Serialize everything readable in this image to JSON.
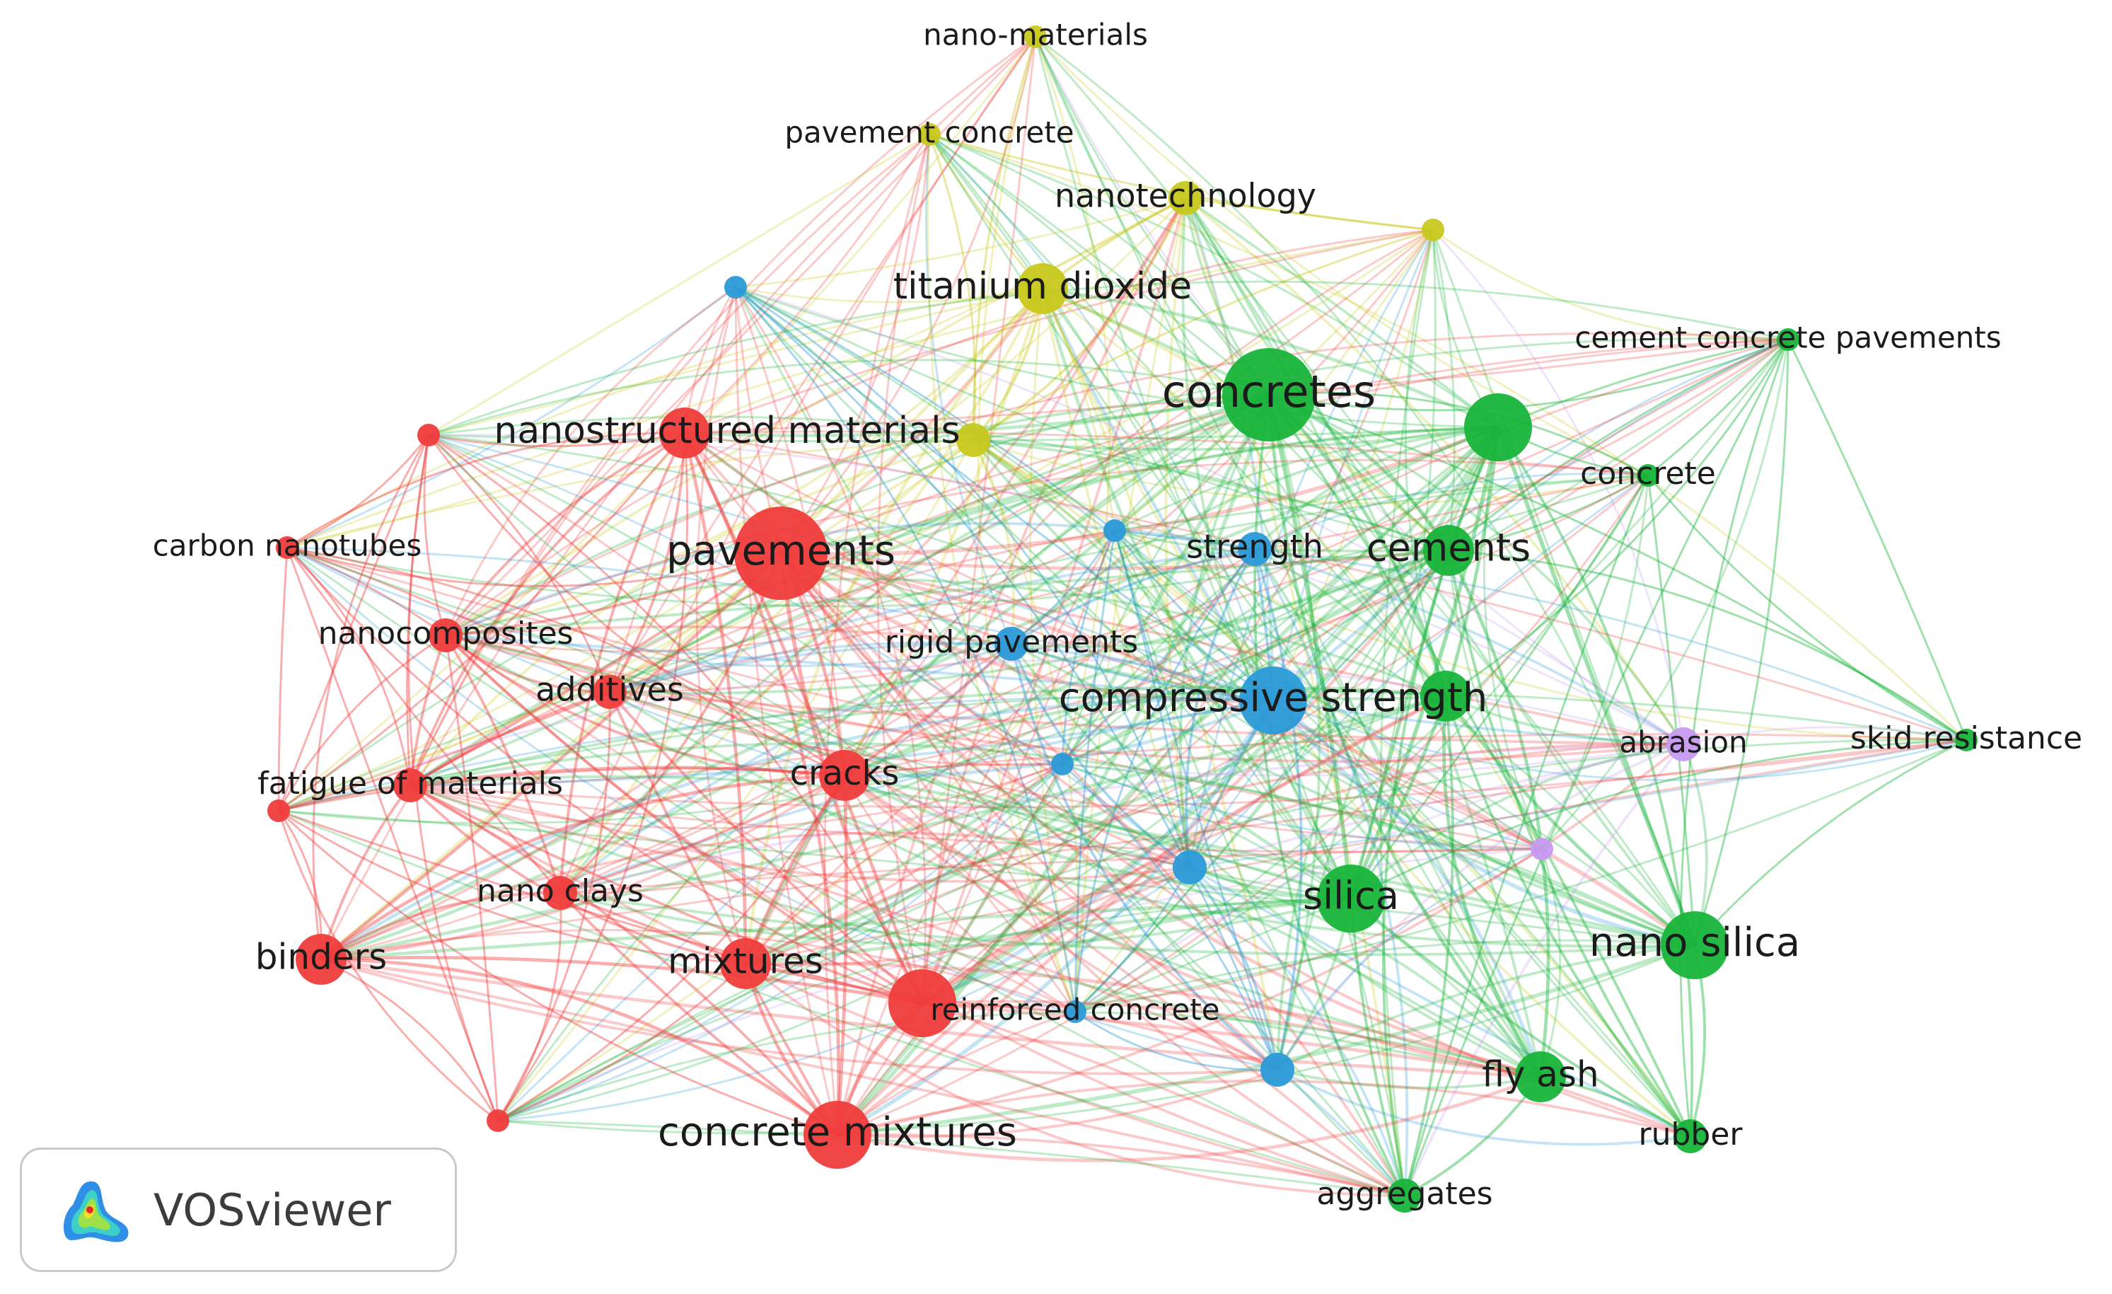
{
  "cluster_colors": {
    "red": "#f03c3c",
    "green": "#18b43a",
    "blue": "#2b9ad8",
    "yellow": "#c8c81e",
    "purple": "#c79af0"
  },
  "nodes": [
    {
      "id": "nano-materials",
      "label": "nano-materials",
      "cluster": "yellow",
      "weight": 1
    },
    {
      "id": "pavement-concrete",
      "label": "pavement concrete",
      "cluster": "yellow",
      "weight": 1
    },
    {
      "id": "nanotechnology",
      "label": "nanotechnology",
      "cluster": "yellow",
      "weight": 2
    },
    {
      "id": "yellow-unlabeled",
      "label": "",
      "cluster": "yellow",
      "weight": 1
    },
    {
      "id": "titanium-dioxide",
      "label": "titanium dioxide",
      "cluster": "yellow",
      "weight": 3
    },
    {
      "id": "yellow-mid",
      "label": "",
      "cluster": "yellow",
      "weight": 2
    },
    {
      "id": "blue-top",
      "label": "",
      "cluster": "blue",
      "weight": 1
    },
    {
      "id": "concretes",
      "label": "concretes",
      "cluster": "green",
      "weight": 5
    },
    {
      "id": "cement-concrete-pavements",
      "label": "cement concrete pavements",
      "cluster": "green",
      "weight": 1
    },
    {
      "id": "green-big",
      "label": "",
      "cluster": "green",
      "weight": 4
    },
    {
      "id": "concrete",
      "label": "concrete",
      "cluster": "green",
      "weight": 1
    },
    {
      "id": "nanostructured-materials",
      "label": "nanostructured materials",
      "cluster": "red",
      "weight": 3
    },
    {
      "id": "red-left-top",
      "label": "",
      "cluster": "red",
      "weight": 1
    },
    {
      "id": "carbon-nanotubes",
      "label": "carbon nanotubes",
      "cluster": "red",
      "weight": 1
    },
    {
      "id": "pavements",
      "label": "pavements",
      "cluster": "red",
      "weight": 5
    },
    {
      "id": "blue-mid-top",
      "label": "",
      "cluster": "blue",
      "weight": 1
    },
    {
      "id": "strength",
      "label": "strength",
      "cluster": "blue",
      "weight": 2
    },
    {
      "id": "cements",
      "label": "cements",
      "cluster": "green",
      "weight": 3
    },
    {
      "id": "nanocomposites",
      "label": "nanocomposites",
      "cluster": "red",
      "weight": 2
    },
    {
      "id": "rigid-pavements",
      "label": "rigid pavements",
      "cluster": "blue",
      "weight": 2
    },
    {
      "id": "additives",
      "label": "additives",
      "cluster": "red",
      "weight": 2
    },
    {
      "id": "compressive-strength",
      "label": "compressive strength",
      "cluster": "blue",
      "weight": 4
    },
    {
      "id": "green-mid",
      "label": "",
      "cluster": "green",
      "weight": 3
    },
    {
      "id": "abrasion",
      "label": "abrasion",
      "cluster": "purple",
      "weight": 2
    },
    {
      "id": "skid-resistance",
      "label": "skid resistance",
      "cluster": "green",
      "weight": 1
    },
    {
      "id": "fatigue-of-materials",
      "label": "fatigue of materials",
      "cluster": "red",
      "weight": 2
    },
    {
      "id": "red-left-edge",
      "label": "",
      "cluster": "red",
      "weight": 1
    },
    {
      "id": "cracks",
      "label": "cracks",
      "cluster": "red",
      "weight": 3
    },
    {
      "id": "blue-center",
      "label": "",
      "cluster": "blue",
      "weight": 1
    },
    {
      "id": "purple-small",
      "label": "",
      "cluster": "purple",
      "weight": 1
    },
    {
      "id": "nano-clays",
      "label": "nano clays",
      "cluster": "red",
      "weight": 2
    },
    {
      "id": "blue-lower",
      "label": "",
      "cluster": "blue",
      "weight": 2
    },
    {
      "id": "silica",
      "label": "silica",
      "cluster": "green",
      "weight": 4
    },
    {
      "id": "nano-silica",
      "label": "nano silica",
      "cluster": "green",
      "weight": 4
    },
    {
      "id": "binders",
      "label": "binders",
      "cluster": "red",
      "weight": 3
    },
    {
      "id": "mixtures",
      "label": "mixtures",
      "cluster": "red",
      "weight": 3
    },
    {
      "id": "red-reinforced",
      "label": "",
      "cluster": "red",
      "weight": 4
    },
    {
      "id": "reinforced-concrete",
      "label": "reinforced concrete",
      "cluster": "blue",
      "weight": 1
    },
    {
      "id": "blue-bottom",
      "label": "",
      "cluster": "blue",
      "weight": 2
    },
    {
      "id": "fly-ash",
      "label": "fly ash",
      "cluster": "green",
      "weight": 3
    },
    {
      "id": "red-bottom-small",
      "label": "",
      "cluster": "red",
      "weight": 1
    },
    {
      "id": "concrete-mixtures",
      "label": "concrete mixtures",
      "cluster": "red",
      "weight": 4
    },
    {
      "id": "rubber",
      "label": "rubber",
      "cluster": "green",
      "weight": 2
    },
    {
      "id": "aggregates",
      "label": "aggregates",
      "cluster": "green",
      "weight": 2
    }
  ],
  "badge": {
    "text": "VOSviewer",
    "logo_icon": "vosviewer-density-logo"
  }
}
